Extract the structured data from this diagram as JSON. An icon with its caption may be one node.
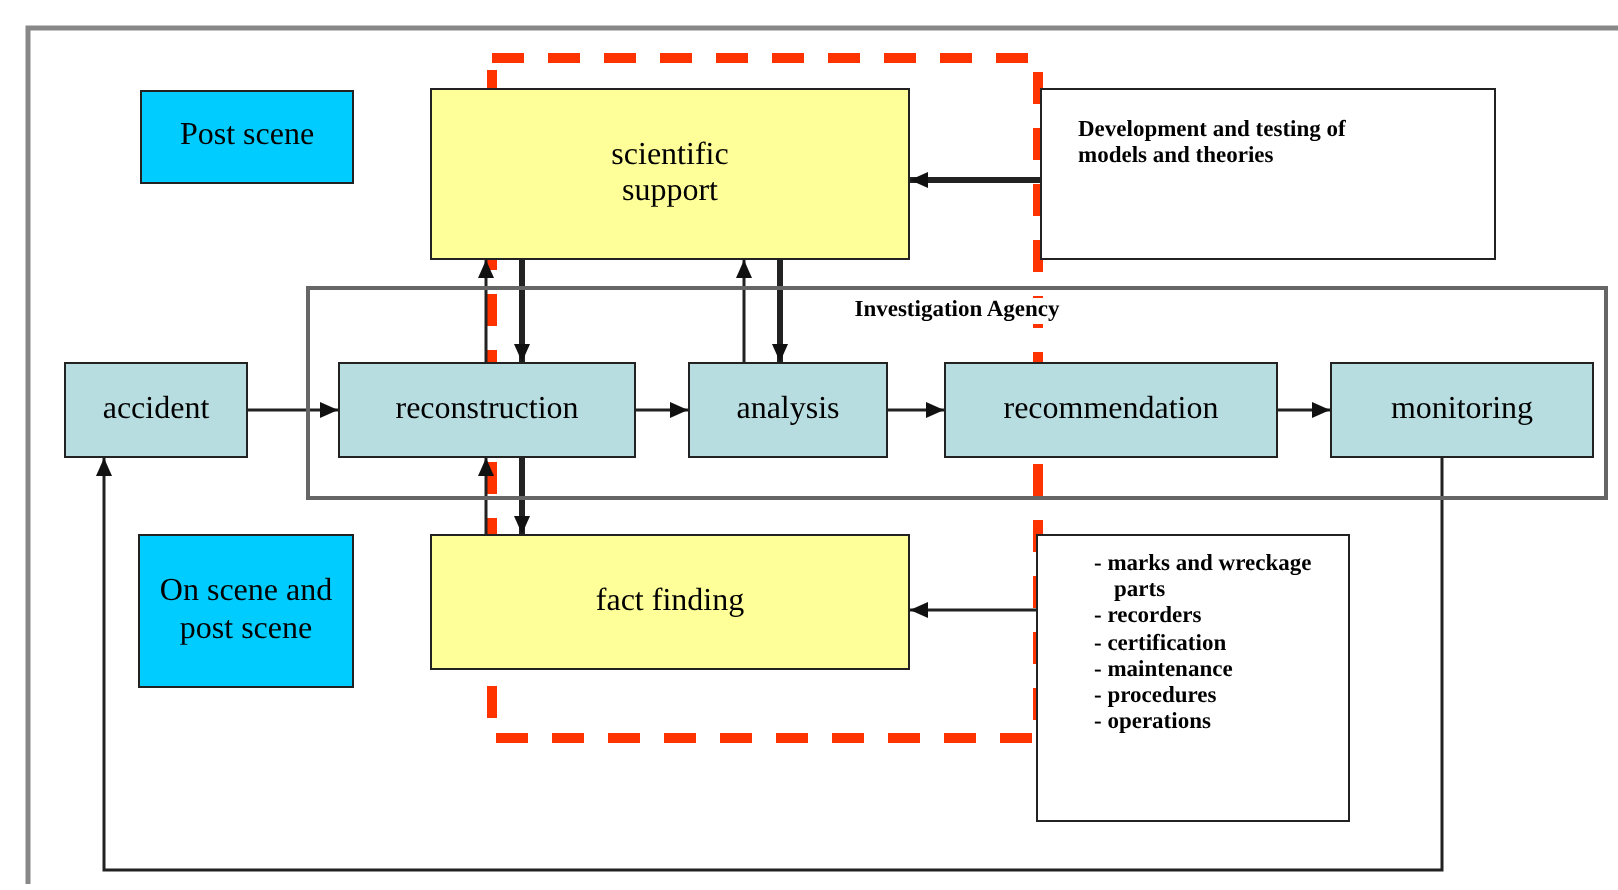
{
  "diagram": {
    "nodes": [
      {
        "text": [
          "Post scene"
        ]
      },
      {
        "text": [
          "scientific support"
        ]
      },
      {
        "text": [
          "Development and testing of models and theories"
        ]
      },
      {
        "text": [
          "Investigation Agency"
        ]
      },
      {
        "text": [
          "accident"
        ]
      },
      {
        "text": [
          "reconstruction"
        ],
        "in": 3
      },
      {
        "text": [
          "analysis"
        ],
        "in": 3
      },
      {
        "text": [
          "recommendation"
        ],
        "in": 3
      },
      {
        "text": [
          "monitoring"
        ],
        "in": 3
      },
      {
        "text": [
          "On scene and post scene"
        ]
      },
      {
        "text": [
          "fact finding"
        ]
      },
      {
        "text": [
          "- marks and wreckage parts",
          "- recorders",
          "- certification",
          "- maintenance",
          "- procedures",
          "- operations"
        ]
      }
    ],
    "edges": [
      {
        "from": 4,
        "to": 5,
        "arrow": "to"
      },
      {
        "from": 5,
        "to": 6,
        "arrow": "to"
      },
      {
        "from": 6,
        "to": 7,
        "arrow": "to"
      },
      {
        "from": 7,
        "to": 8,
        "arrow": "to"
      },
      {
        "from": 8,
        "to": 4,
        "arrow": "to"
      },
      {
        "from": 5,
        "to": 1,
        "arrow": "to"
      },
      {
        "from": 1,
        "to": 5,
        "arrow": "to",
        "style": "thick"
      },
      {
        "from": 6,
        "to": 1,
        "arrow": "to"
      },
      {
        "from": 1,
        "to": 6,
        "arrow": "to",
        "style": "thick"
      },
      {
        "from": 10,
        "to": 5,
        "arrow": "to"
      },
      {
        "from": 5,
        "to": 10,
        "arrow": "to",
        "style": "thick"
      },
      {
        "from": 2,
        "to": 1,
        "arrow": "to",
        "style": "thick"
      },
      {
        "from": 11,
        "to": 10,
        "arrow": "to"
      }
    ]
  }
}
